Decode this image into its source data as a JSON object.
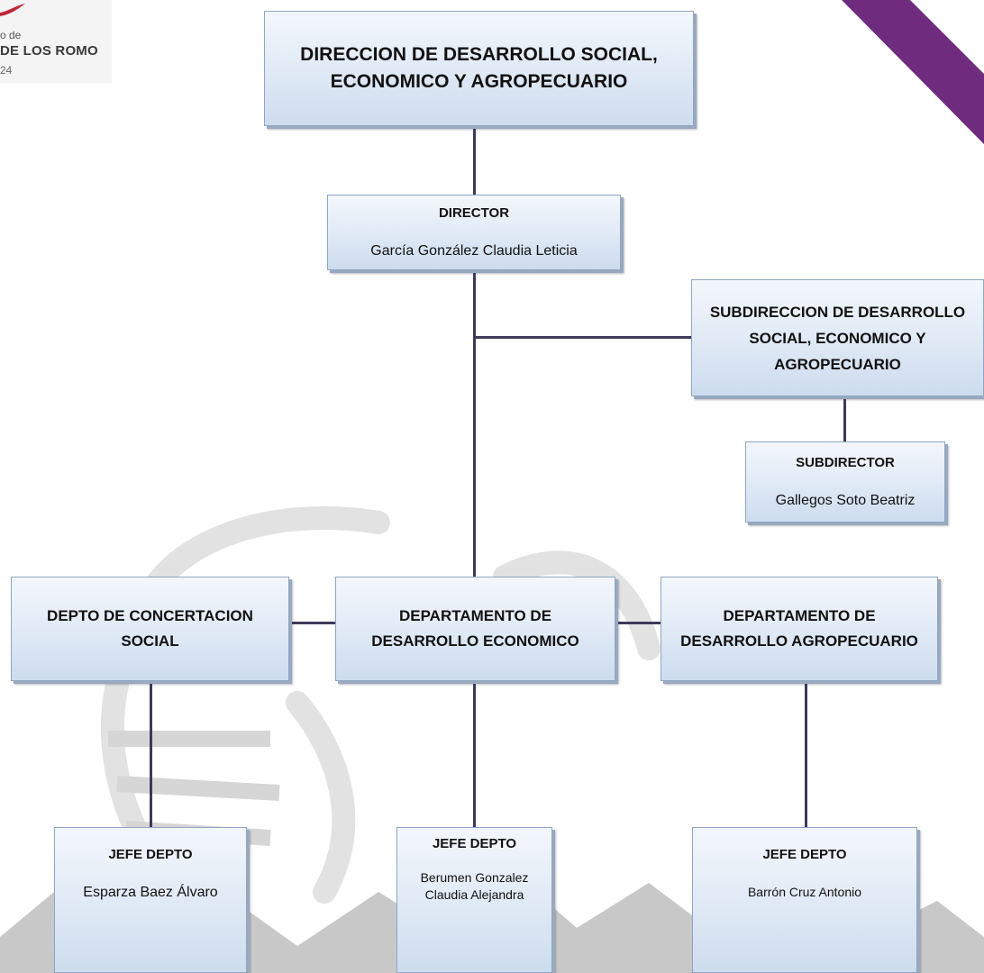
{
  "logo": {
    "line1": "o de",
    "line2": "DE LOS ROMO",
    "line3": "24",
    "accent_color": "#c0283a"
  },
  "corner_color": "#6f2c7e",
  "top": {
    "title": "DIRECCION DE DESARROLLO SOCIAL, ECONOMICO Y AGROPECUARIO"
  },
  "director": {
    "role": "DIRECTOR",
    "name": "García González Claudia Leticia"
  },
  "subdireccion": {
    "title": "SUBDIRECCION DE DESARROLLO SOCIAL, ECONOMICO Y AGROPECUARIO"
  },
  "subdirector": {
    "role": "SUBDIRECTOR",
    "name": "Gallegos Soto Beatriz"
  },
  "departments": {
    "concertacion": {
      "title": "DEPTO DE CONCERTACION SOCIAL"
    },
    "economico": {
      "title": "DEPARTAMENTO DE DESARROLLO ECONOMICO"
    },
    "agropecuario": {
      "title": "DEPARTAMENTO DE DESARROLLO AGROPECUARIO"
    }
  },
  "jefes": {
    "concertacion": {
      "role": "JEFE DEPTO",
      "name": "Esparza Baez Álvaro"
    },
    "economico": {
      "role": "JEFE DEPTO",
      "name": "Berumen Gonzalez Claudia Alejandra"
    },
    "agropecuario": {
      "role": "JEFE DEPTO",
      "name": "Barrón Cruz Antonio"
    }
  },
  "box_colors": {
    "fill_top": "#f3f7fc",
    "fill_bottom": "#cddcee",
    "border": "#8ea6c4",
    "connector": "#3e3a5a"
  }
}
